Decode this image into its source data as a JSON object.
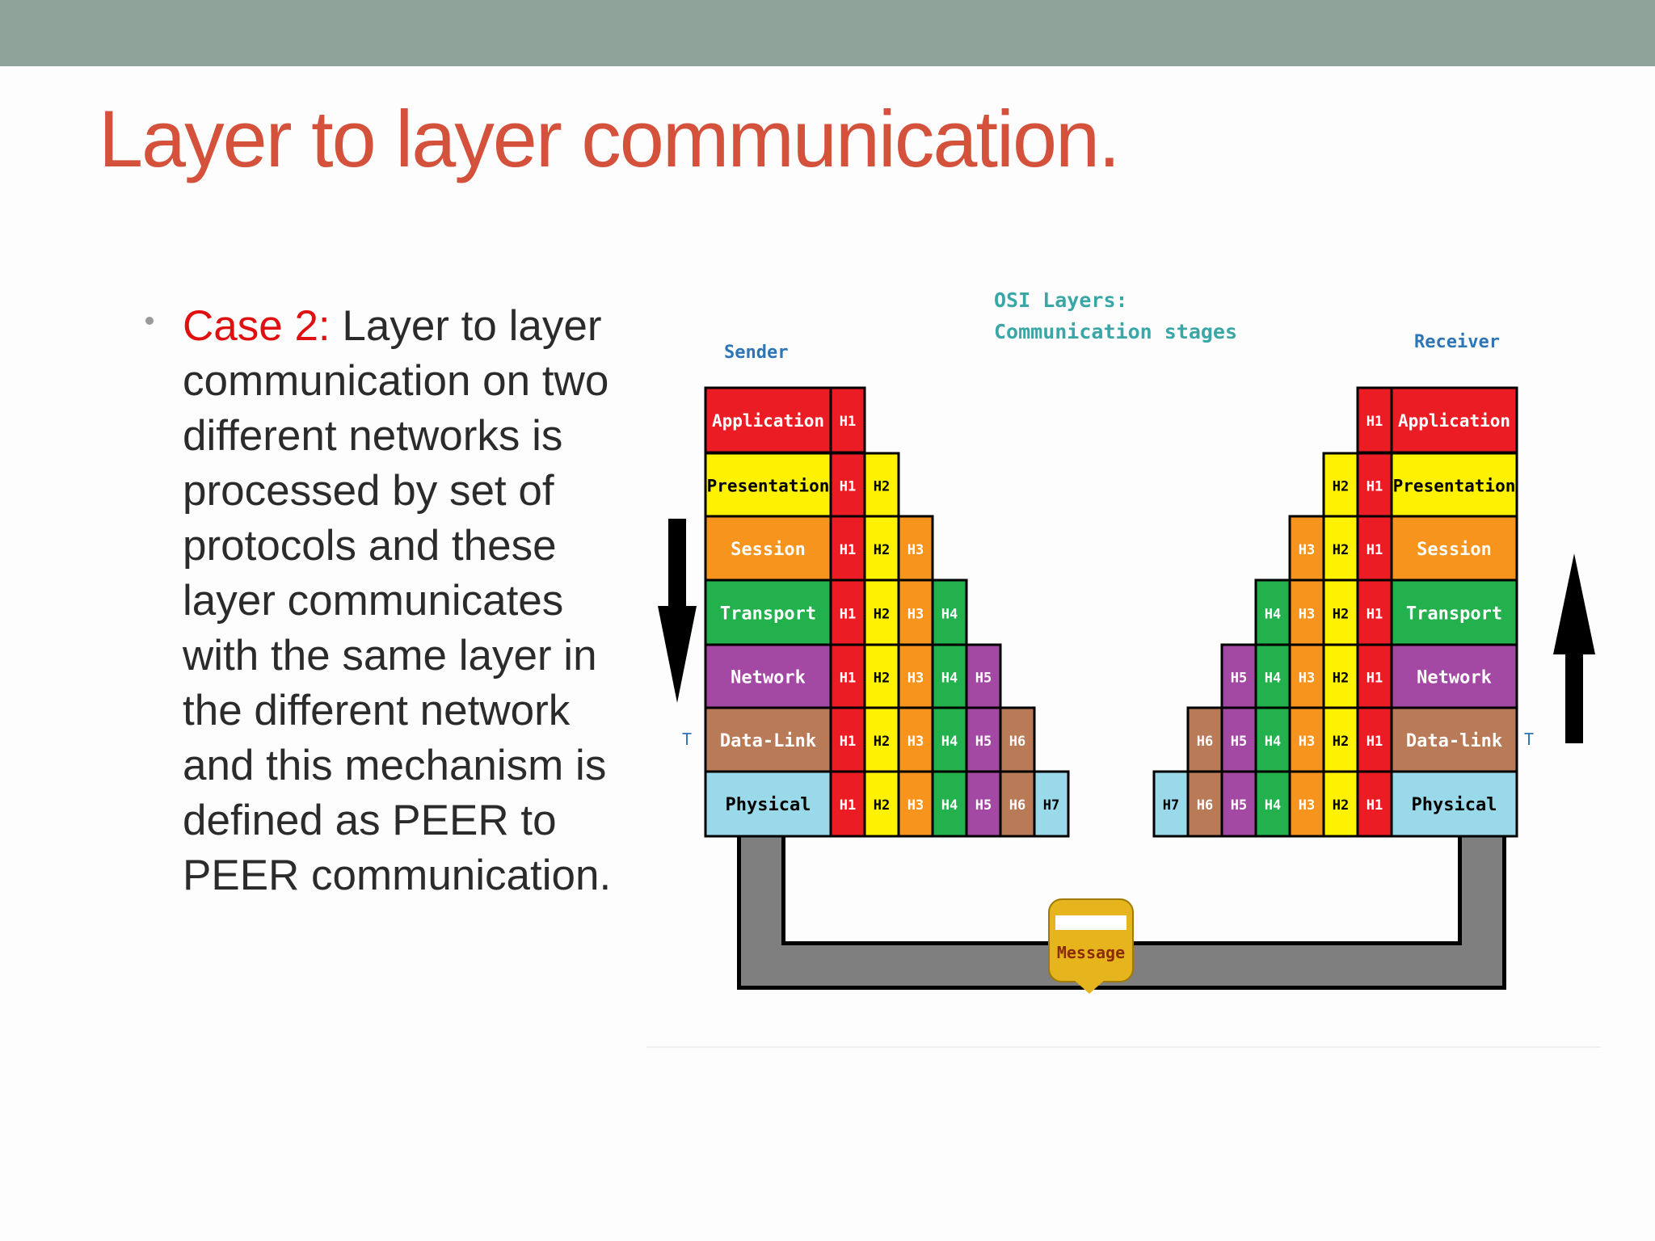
{
  "slide": {
    "title": "Layer to layer communication.",
    "bullet": {
      "label": "Case 2:",
      "text": " Layer to layer communication on two different networks is processed by set of protocols and these layer communicates with the same layer in the different network and this mechanism is defined as PEER to PEER communication."
    }
  },
  "diagram": {
    "title_line1": "OSI Layers:",
    "title_line2": "Communication stages",
    "sender_label": "Sender",
    "receiver_label": "Receiver",
    "message_label": "Message",
    "side_mark": "T",
    "layers": [
      {
        "name": "Application",
        "receiver_name": "Application",
        "color": "#ec1c24"
      },
      {
        "name": "Presentation",
        "receiver_name": "Presentation",
        "color": "#fff200"
      },
      {
        "name": "Session",
        "receiver_name": "Session",
        "color": "#f7941d"
      },
      {
        "name": "Transport",
        "receiver_name": "Transport",
        "color": "#22b14c"
      },
      {
        "name": "Network",
        "receiver_name": "Network",
        "color": "#a349a4"
      },
      {
        "name": "Data-Link",
        "receiver_name": "Data-link",
        "color": "#b97a57"
      },
      {
        "name": "Physical",
        "receiver_name": "Physical",
        "color": "#99d9ea"
      }
    ],
    "header_labels": [
      "H1",
      "H2",
      "H3",
      "H4",
      "H5",
      "H6",
      "H7"
    ],
    "header_colors": [
      "#ec1c24",
      "#fff200",
      "#f7941d",
      "#22b14c",
      "#a349a4",
      "#b97a57",
      "#99d9ea"
    ]
  },
  "colors": {
    "top_bar": "#8fa39a",
    "title": "#d4513b",
    "accent_red": "#e01010",
    "diagram_title": "#3aa6a6",
    "side_label": "#2e75b6",
    "pipe": "#7f7f7f",
    "message": "#e6b41c"
  }
}
